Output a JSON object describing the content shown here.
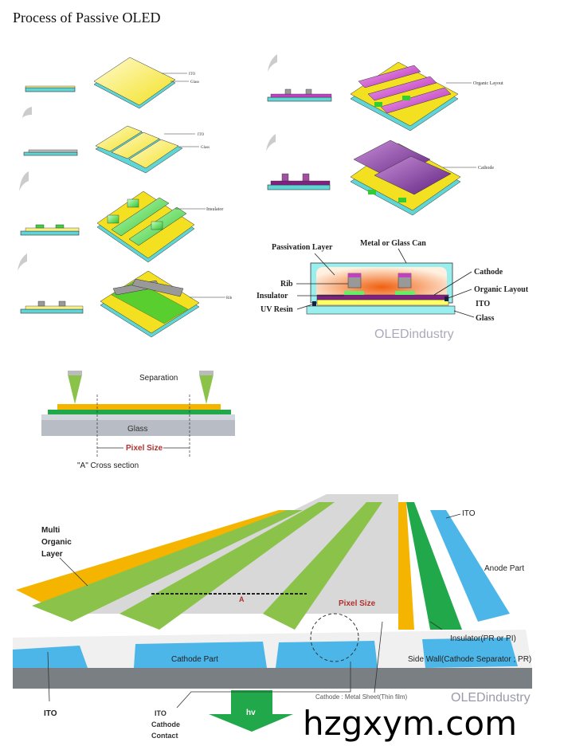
{
  "title": "Process of Passive OLED",
  "process_steps": {
    "step1": {
      "labels": [
        "ITO",
        "Glass"
      ]
    },
    "step2": {
      "labels": [
        "ITO",
        "Glass"
      ]
    },
    "step3": {
      "labels": [
        "Insulator"
      ]
    },
    "step4": {
      "labels": [
        "Rib"
      ]
    },
    "step5": {
      "labels": [
        "Organic Layout"
      ]
    },
    "step6": {
      "labels": [
        "Cathode"
      ]
    }
  },
  "encapsulation": {
    "passivation": "Passivation Layer",
    "can": "Metal or Glass Can",
    "rib": "Rib",
    "insulator": "Insulator",
    "uv_resin": "UV Resin",
    "cathode": "Cathode",
    "organic": "Organic Layout",
    "ito": "ITO",
    "glass": "Glass",
    "watermark": "OLEDindustry"
  },
  "cross_section": {
    "separation": "Separation",
    "glass": "Glass",
    "pixel_size": "Pixel Size",
    "caption": "\"A\" Cross section"
  },
  "panel": {
    "multi_organic": [
      "Multi",
      "Organic",
      "Layer"
    ],
    "ito_top": "ITO",
    "anode_part": "Anode Part",
    "pixel_size": "Pixel Size",
    "a_marker": "A",
    "insulator": "Insulator(PR or PI)",
    "side_wall": "Side Wall(Cathode Separator ; PR)",
    "cathode_part": "Cathode Part",
    "ito_bottom": "ITO",
    "hv": "hv",
    "cathode_contact": [
      "ITO",
      "Cathode",
      "Contact"
    ],
    "cathode_metal": "Cathode : Metal Sheet(Thin film)",
    "watermark": "OLEDindustry"
  },
  "site_watermark": "hzgxym.com"
}
